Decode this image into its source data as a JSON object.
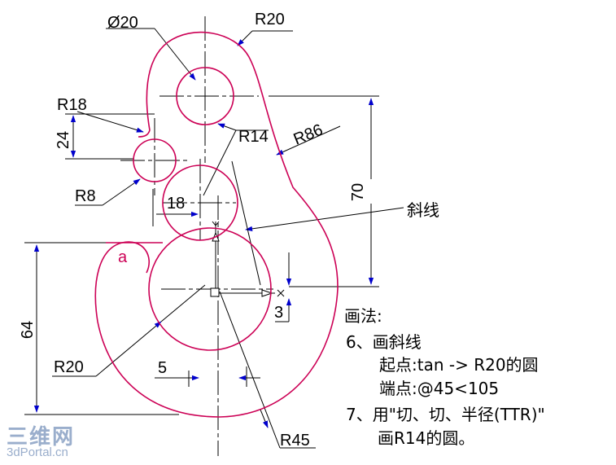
{
  "labels": {
    "dia20": "Ø20",
    "r20_top": "R20",
    "r18": "R18",
    "dim24": "24",
    "r14": "R14",
    "r86": "R86",
    "r8": "R8",
    "dim18": "18",
    "dim70": "70",
    "slash_line": "斜线",
    "label_a": "a",
    "dim3": "3",
    "dim64": "64",
    "r20_left": "R20",
    "dim5": "5",
    "r45": "R45"
  },
  "notes": {
    "title": "画法:",
    "step6": "6、画斜线",
    "start": "起点:tan -> R20的圆",
    "end": "端点:@45<105",
    "step7": "7、用\"切、切、半径(TTR)\"",
    "step7b": "画R14的圆。"
  },
  "watermark": {
    "logo": "三维网",
    "site": "3dPortal.cn"
  },
  "colors": {
    "outline": "#cc0055",
    "leader": "#0000cc",
    "line": "#000000"
  }
}
